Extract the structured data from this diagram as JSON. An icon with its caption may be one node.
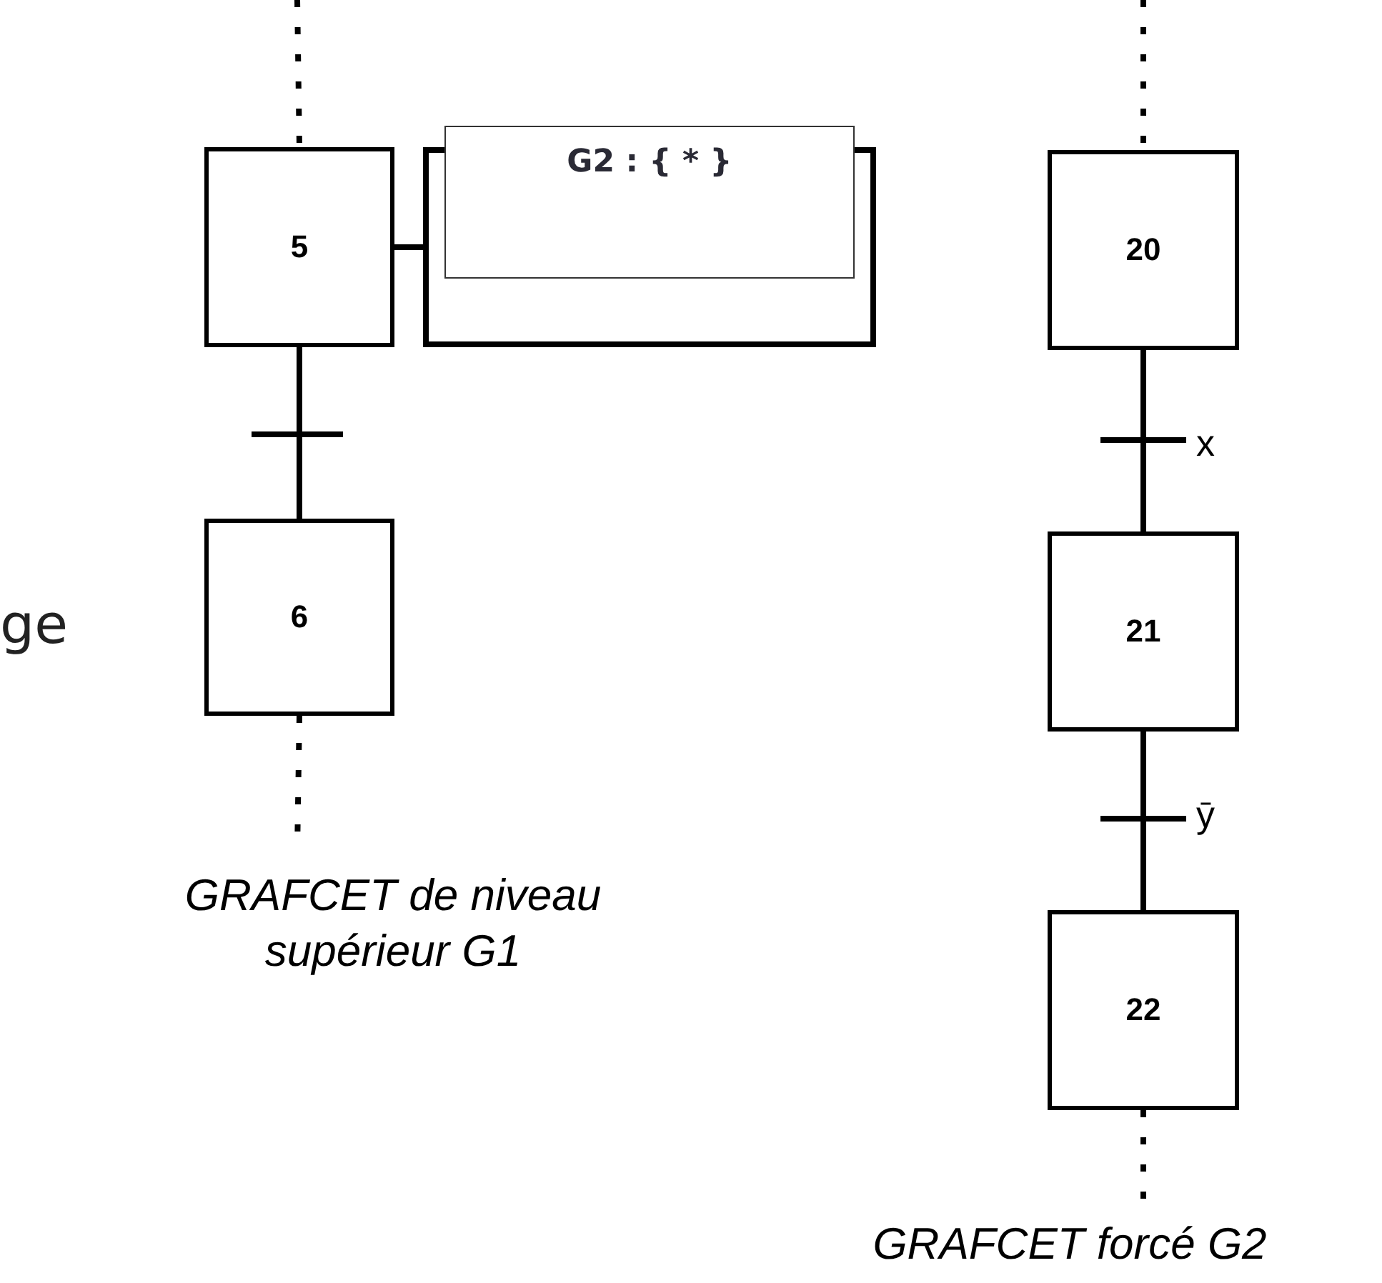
{
  "diagram": {
    "nodes": [
      {
        "text": [
          "5"
        ]
      },
      {
        "text": [],
        "shape": "box"
      },
      {
        "text": [
          "G2 : { * }"
        ]
      },
      {
        "text": [
          "6"
        ]
      },
      {
        "text": [
          "20"
        ]
      },
      {
        "text": [
          "21"
        ]
      },
      {
        "text": [
          "22"
        ]
      }
    ],
    "edges": [
      {
        "from": null,
        "to": 0,
        "arrow": "none",
        "style": "dashed"
      },
      {
        "from": 0,
        "to": 1,
        "arrow": "none"
      },
      {
        "from": 0,
        "to": 3,
        "arrow": "none"
      },
      {
        "from": 3,
        "to": null,
        "arrow": "none",
        "style": "dashed"
      },
      {
        "from": null,
        "to": 4,
        "arrow": "none",
        "style": "dashed"
      },
      {
        "from": 4,
        "to": 5,
        "arrow": "none",
        "label": "x"
      },
      {
        "from": 5,
        "to": 6,
        "arrow": "none",
        "label": "ȳ"
      },
      {
        "from": 6,
        "to": null,
        "arrow": "none",
        "style": "dashed"
      }
    ],
    "labels": [
      "ge",
      "GRAFCET de niveau supérieur G1",
      "GRAFCET forcé G2"
    ]
  }
}
